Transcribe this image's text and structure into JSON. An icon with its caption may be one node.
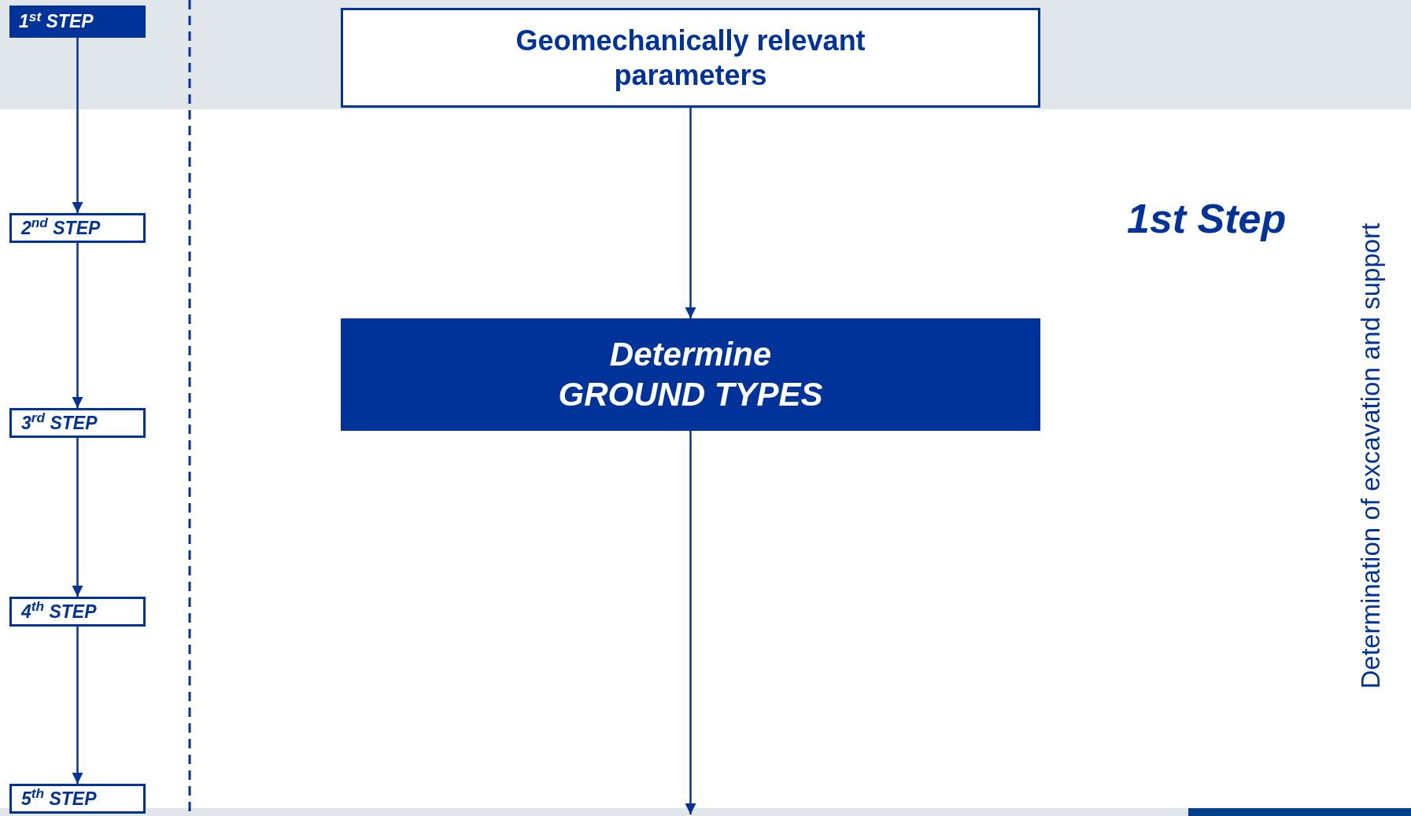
{
  "diagram": {
    "nodes": [
      {
        "text": [
          "1$^{st}$ STEP"
        ]
      },
      {
        "text": [
          "2$^{nd}$ STEP"
        ]
      },
      {
        "text": [
          "3$^{rd}$ STEP"
        ]
      },
      {
        "text": [
          "4$^{th}$ STEP"
        ]
      },
      {
        "text": [
          "5$^{th}$ STEP"
        ]
      },
      {
        "text": [
          "Geomechanically relevant parameters"
        ]
      },
      {
        "text": [
          "Determine GROUND TYPES"
        ]
      }
    ],
    "edges": [
      {
        "from": 0,
        "to": 1,
        "arrow": "to"
      },
      {
        "from": 1,
        "to": 2,
        "arrow": "to"
      },
      {
        "from": 2,
        "to": 3,
        "arrow": "to"
      },
      {
        "from": 3,
        "to": 4,
        "arrow": "to"
      },
      {
        "from": 5,
        "to": 6,
        "arrow": "to"
      },
      {
        "from": 6,
        "to": null,
        "arrow": "to"
      }
    ],
    "labels": [
      "1st Step",
      "Determination of excavation and support"
    ]
  }
}
